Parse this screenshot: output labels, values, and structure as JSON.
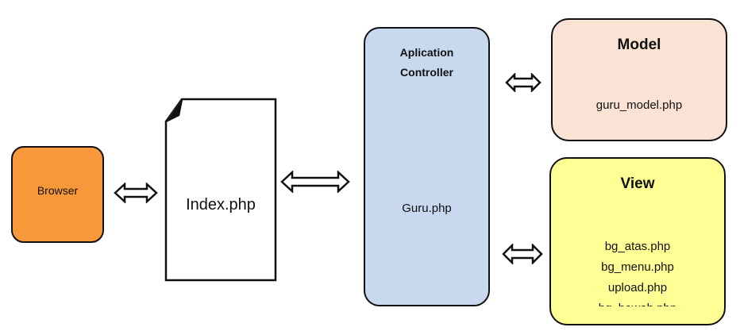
{
  "browser": {
    "label": "Browser"
  },
  "index": {
    "label": "Index.php"
  },
  "controller": {
    "title_line1": "Aplication",
    "title_line2": "Controller",
    "file": "Guru.php"
  },
  "model": {
    "title": "Model",
    "file": "guru_model.php"
  },
  "view": {
    "title": "View",
    "files": [
      "bg_atas.php",
      "bg_menu.php",
      "upload.php",
      "bg_bawah.php"
    ]
  },
  "colors": {
    "browser": "#f7993a",
    "controller": "#c8d8ef",
    "model": "#fae3d4",
    "view": "#ffff95",
    "stroke": "#111111"
  }
}
